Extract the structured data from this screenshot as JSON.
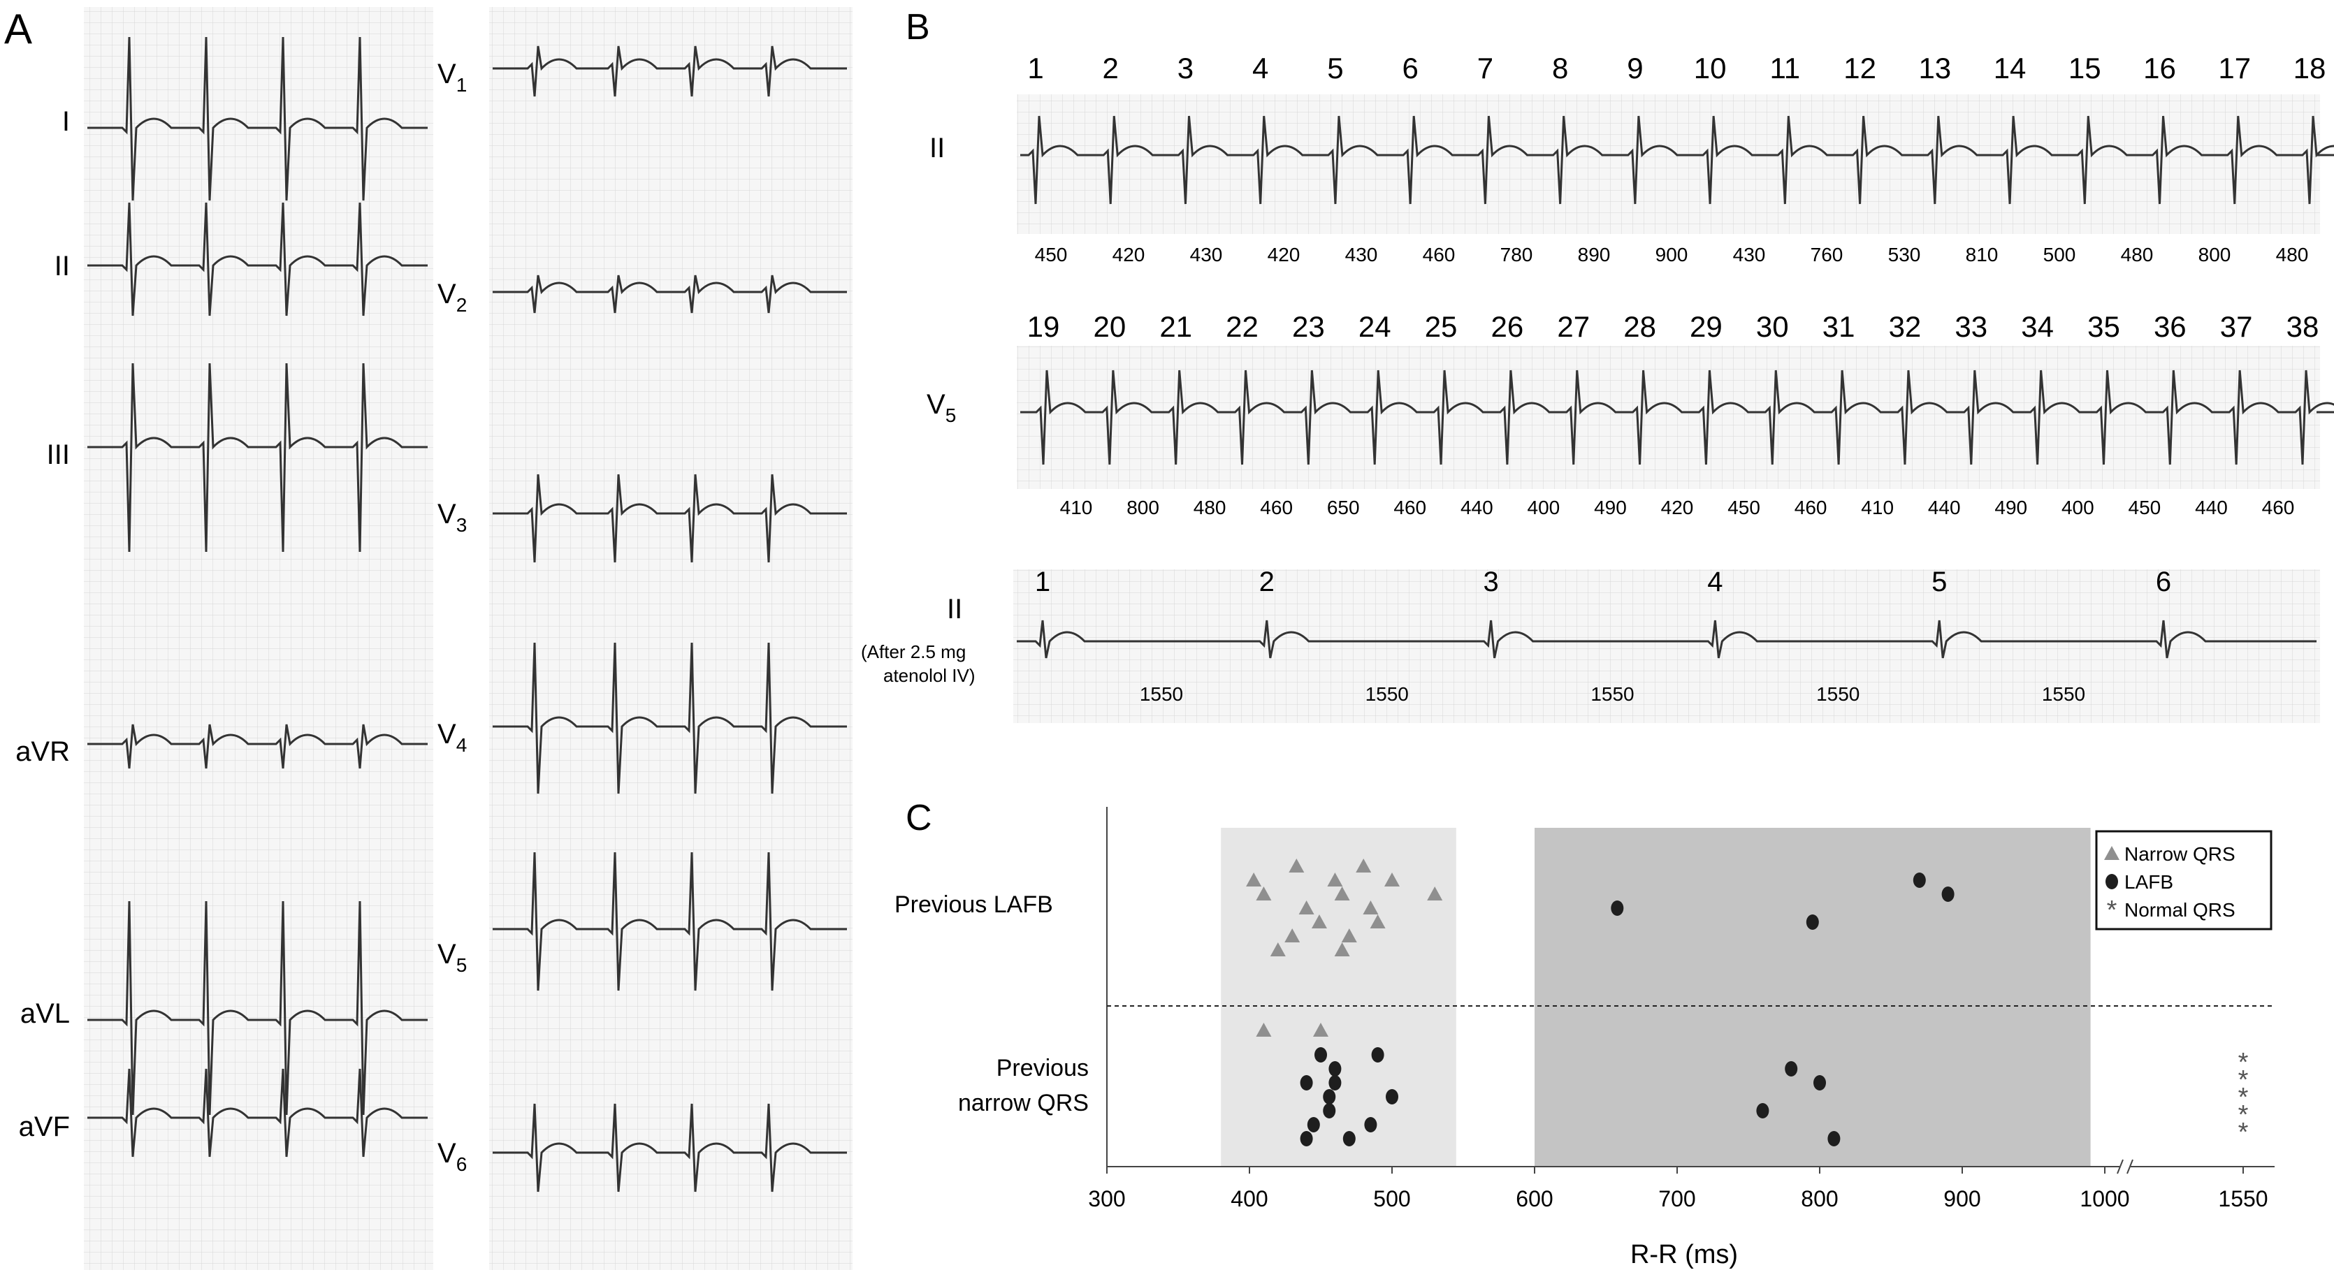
{
  "panels": {
    "A": {
      "letter": "A",
      "left_leads": [
        "I",
        "II",
        "III",
        "aVR",
        "aVL",
        "aVF"
      ],
      "right_leads": [
        {
          "base": "V",
          "sub": "1"
        },
        {
          "base": "V",
          "sub": "2"
        },
        {
          "base": "V",
          "sub": "3"
        },
        {
          "base": "V",
          "sub": "4"
        },
        {
          "base": "V",
          "sub": "5"
        },
        {
          "base": "V",
          "sub": "6"
        }
      ]
    },
    "B": {
      "letter": "B",
      "strip1": {
        "lead": "II",
        "beat_numbers": [
          "1",
          "2",
          "3",
          "4",
          "5",
          "6",
          "7",
          "8",
          "9",
          "10",
          "11",
          "12",
          "13",
          "14",
          "15",
          "16",
          "17",
          "18"
        ],
        "intervals": [
          "450",
          "420",
          "430",
          "420",
          "430",
          "460",
          "780",
          "890",
          "900",
          "430",
          "760",
          "530",
          "810",
          "500",
          "480",
          "800",
          "480"
        ]
      },
      "strip2": {
        "lead_base": "V",
        "lead_sub": "5",
        "beat_numbers": [
          "19",
          "20",
          "21",
          "22",
          "23",
          "24",
          "25",
          "26",
          "27",
          "28",
          "29",
          "30",
          "31",
          "32",
          "33",
          "34",
          "35",
          "36",
          "37",
          "38"
        ],
        "intervals": [
          "410",
          "800",
          "480",
          "460",
          "650",
          "460",
          "440",
          "400",
          "490",
          "420",
          "450",
          "460",
          "410",
          "440",
          "490",
          "400",
          "450",
          "440",
          "460"
        ]
      },
      "strip3": {
        "lead": "II",
        "note_line1": "(After 2.5 mg",
        "note_line2": "atenolol IV)",
        "beat_numbers": [
          "1",
          "2",
          "3",
          "4",
          "5",
          "6"
        ],
        "intervals": [
          "1550",
          "1550",
          "1550",
          "1550",
          "1550"
        ]
      }
    },
    "C": {
      "letter": "C"
    }
  },
  "chart_data": {
    "type": "scatter",
    "xlabel": "R-R (ms)",
    "ylabel": "",
    "x_ticks": [
      "300",
      "400",
      "500",
      "600",
      "700",
      "800",
      "900",
      "1000",
      "1550"
    ],
    "x_axis_break": "between 1000 and 1550",
    "categories": [
      "Previous LAFB",
      "Previous narrow QRS"
    ],
    "shaded_ranges": [
      {
        "from": 380,
        "to": 545,
        "color": "#e6e6e6"
      },
      {
        "from": 600,
        "to": 990,
        "color": "#c4c4c4"
      }
    ],
    "legend": {
      "placement": "top-right",
      "entries": [
        {
          "symbol": "triangle",
          "label": "Narrow QRS",
          "color": "#8f8f8f"
        },
        {
          "symbol": "circle",
          "label": "LAFB",
          "color": "#1e1e1e"
        },
        {
          "symbol": "asterisk",
          "label": "Normal QRS",
          "color": "#555555"
        }
      ]
    },
    "series": [
      {
        "name": "Narrow QRS",
        "category": "Previous LAFB",
        "x": [
          403,
          410,
          420,
          430,
          433,
          440,
          449,
          460,
          465,
          465,
          470,
          480,
          485,
          490,
          500,
          530
        ]
      },
      {
        "name": "LAFB",
        "category": "Previous LAFB",
        "x": [
          658,
          795,
          870,
          890
        ]
      },
      {
        "name": "Narrow QRS",
        "category": "Previous narrow QRS",
        "x": [
          410,
          450
        ]
      },
      {
        "name": "LAFB",
        "category": "Previous narrow QRS",
        "x": [
          440,
          440,
          445,
          450,
          456,
          456,
          460,
          460,
          470,
          485,
          490,
          500,
          760,
          780,
          800,
          810
        ]
      },
      {
        "name": "Normal QRS",
        "category": "Previous narrow QRS",
        "x": [
          1550,
          1550,
          1550,
          1550,
          1550
        ]
      }
    ]
  }
}
